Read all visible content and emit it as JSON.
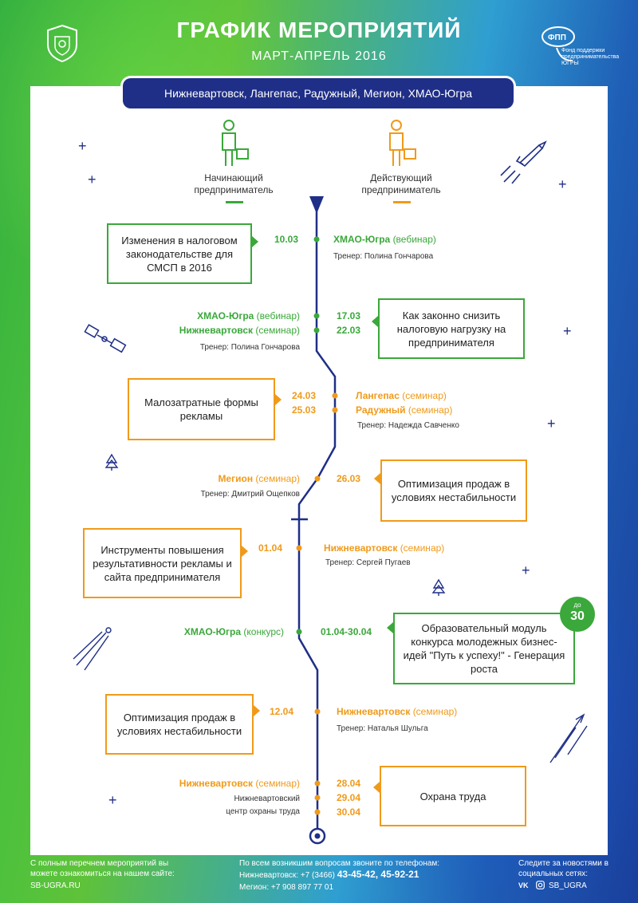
{
  "header": {
    "title": "ГРАФИК МЕРОПРИЯТИЙ",
    "subtitle": "МАРТ-АПРЕЛЬ 2016",
    "cities": "Нижневартовск, Лангепас, Радужный, Мегион, ХМАО-Югра",
    "partner_logo_text": "Фонд поддержки предпринимательства ЮГРЫ"
  },
  "roles": {
    "beginner": "Начинающий\nпредприниматель",
    "active": "Действующий\nпредприниматель"
  },
  "events": [
    {
      "topic": "Изменения в налоговом законодательстве для СМСП в 2016",
      "dates": "10.03",
      "where": "ХМАО-Югра",
      "format": "(вебинар)",
      "trainer": "Тренер: Полина Гончарова"
    },
    {
      "topic": "Как законно снизить налоговую нагрузку на предпринимателя",
      "dates": [
        "17.03",
        "22.03"
      ],
      "where": [
        "ХМАО-Югра",
        "Нижневартовск"
      ],
      "format": [
        "(вебинар)",
        "(семинар)"
      ],
      "trainer": "Тренер: Полина Гончарова"
    },
    {
      "topic": "Малозатратные формы рекламы",
      "dates": [
        "24.03",
        "25.03"
      ],
      "where": [
        "Лангепас",
        "Радужный"
      ],
      "format": [
        "(семинар)",
        "(семинар)"
      ],
      "trainer": "Тренер: Надежда Савченко"
    },
    {
      "topic": "Оптимизация продаж в условиях нестабильности",
      "dates": "26.03",
      "where": "Мегион",
      "format": "(семинар)",
      "trainer": "Тренер: Дмитрий Ощепков"
    },
    {
      "topic": "Инструменты повышения результативности рекламы и сайта предпринимателя",
      "dates": "01.04",
      "where": "Нижневартовск",
      "format": "(семинар)",
      "trainer": "Тренер: Сергей Пугаев"
    },
    {
      "topic": "Образовательный модуль конкурса молодежных бизнес-идей \"Путь к успеху!\" - Генерация роста",
      "dates": "01.04-30.04",
      "where": "ХМАО-Югра",
      "format": "(конкурс)",
      "badge_small": "до",
      "badge_num": "30"
    },
    {
      "topic": "Оптимизация продаж в условиях нестабильности",
      "dates": "12.04",
      "where": "Нижневартовск",
      "format": "(семинар)",
      "trainer": "Тренер: Наталья Шульга"
    },
    {
      "topic": "Охрана труда",
      "dates": [
        "28.04",
        "29.04",
        "30.04"
      ],
      "where": "Нижневартовск",
      "format": "(семинар)",
      "extra": [
        "Нижневартовский",
        "центр охраны труда"
      ]
    }
  ],
  "footer": {
    "left_text": "С полным перечнем мероприятий вы можете ознакомиться на нашем сайте:",
    "site": "SB-UGRA.RU",
    "mid_text": "По всем возникшим вопросам звоните по телефонам:",
    "phone1_label": "Нижневартовск: +7 (3466)",
    "phone1": "43-45-42, 45-92-21",
    "phone2": "Мегион: +7 908 897 77 01",
    "right_text": "Следите за новостями в социальных сетях:",
    "social": "SB_UGRA"
  },
  "colors": {
    "green": "#3aa83a",
    "orange": "#f09a1a",
    "navy": "#1f2f87"
  }
}
